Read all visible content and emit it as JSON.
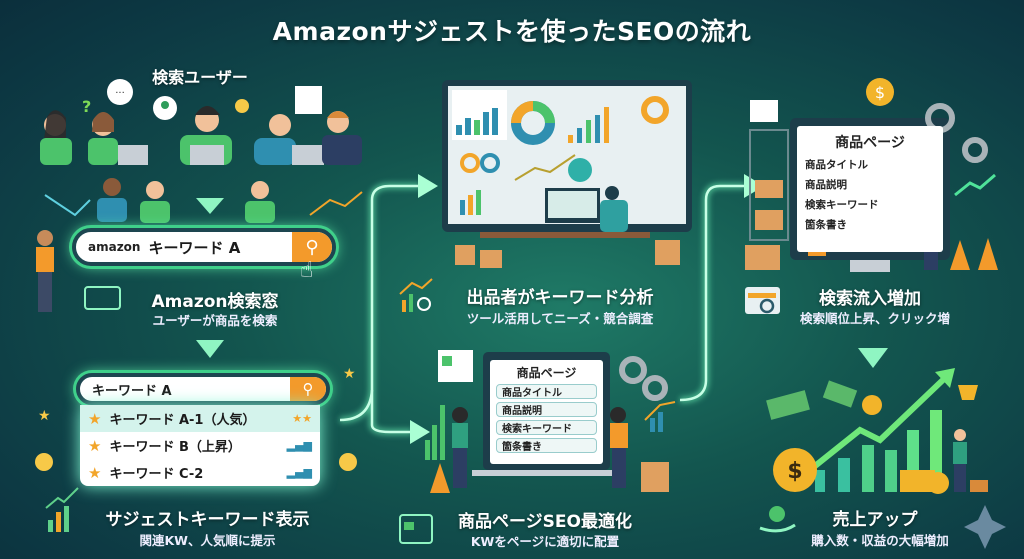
{
  "title": "AmazonサジェストをSEO使ったSEOの流れ",
  "step1": {
    "heading": "検索ユーザー",
    "search_logo": "amazon",
    "search_value": "キーワード A",
    "label": "Amazon検索窓",
    "sub": "ユーザーが商品を検索"
  },
  "step2": {
    "search_value": "キーワード A",
    "suggestions": [
      {
        "text": "キーワード A-1（人気）"
      },
      {
        "text": "キーワード B（上昇）"
      },
      {
        "text": "キーワード C-2"
      }
    ],
    "label": "サジェストキーワード表示",
    "sub": "関連KW、人気順に提示"
  },
  "step3": {
    "label": "出品者がキーワード分析",
    "sub": "ツール活用してニーズ・競合調査"
  },
  "step4": {
    "page_title": "商品ページ",
    "fields": [
      "商品タイトル",
      "商品説明",
      "検索キーワード",
      "箇条書き"
    ],
    "label": "商品ページSEO最適化",
    "sub": "KWをページに適切に配置"
  },
  "step5": {
    "page_title": "商品ページ",
    "fields": [
      "商品タイトル",
      "商品説明",
      "検索キーワード",
      "箇条書き"
    ],
    "label": "検索流入増加",
    "sub": "検索順位上昇、クリック増"
  },
  "step6": {
    "label": "売上アップ",
    "sub": "購入数・収益の大幅増加"
  },
  "colors": {
    "accent_green": "#4fe39a",
    "orange": "#f39a2b",
    "bg": "#13564f"
  }
}
